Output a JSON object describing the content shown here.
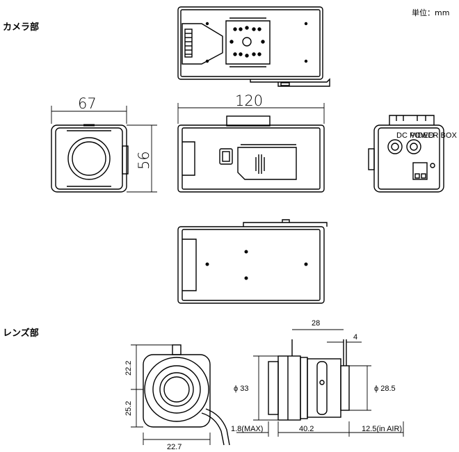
{
  "headings": {
    "camera": "カメラ部",
    "lens": "レンズ部",
    "unit": "単位：mm"
  },
  "camera_dims": {
    "width": "67",
    "length": "120",
    "height": "56"
  },
  "lens_dims": {
    "top_half": "22.2",
    "bottom_half": "25.2",
    "base_width": "22.7",
    "diameter_front": "ϕ 33",
    "diameter_rear": "ϕ 28.5",
    "length_top": "28",
    "step": "4",
    "front_max": "1.8(MAX)",
    "body_length": "40.2",
    "flange": "12.5(in AIR)"
  },
  "rear_panel": {
    "power_label": "DC POWER BOX",
    "video_label": "VIDEO"
  }
}
